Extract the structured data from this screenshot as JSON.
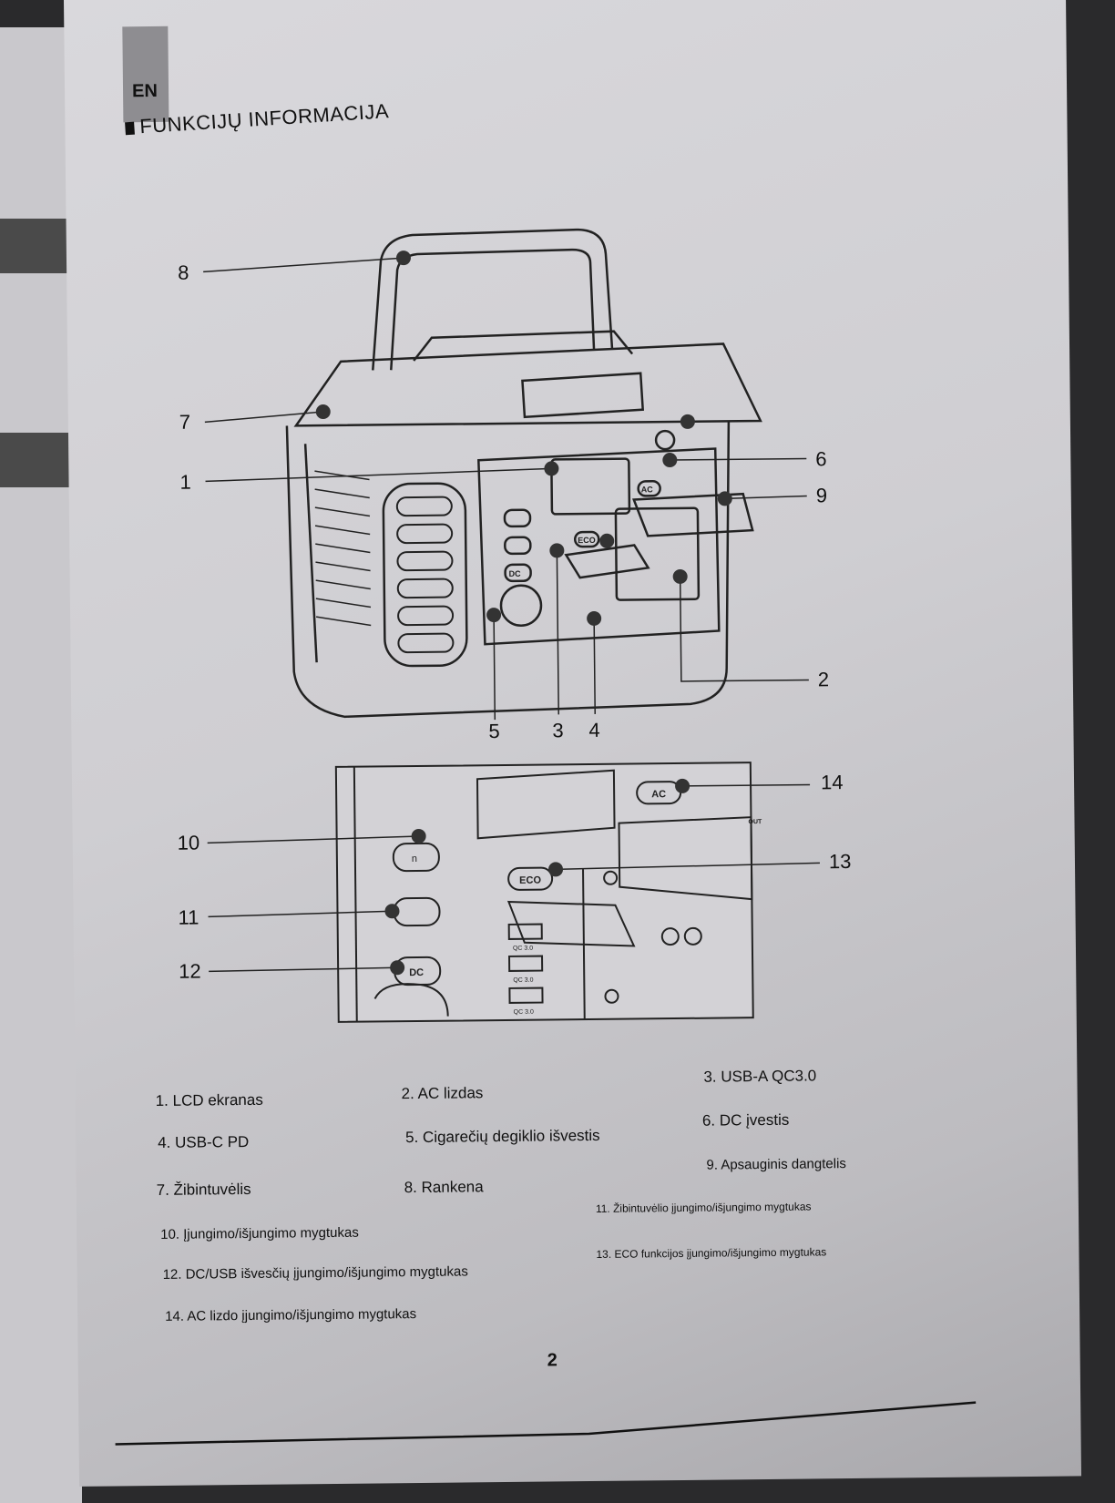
{
  "document": {
    "language_tab": "EN",
    "section_title": "FUNKCIJŲ INFORMACIJA",
    "page_number": "2"
  },
  "diagram_main": {
    "callouts": [
      "8",
      "7",
      "1",
      "6",
      "9",
      "2",
      "5",
      "3",
      "4"
    ],
    "panel_labels": {
      "ac": "AC",
      "eco": "ECO",
      "dc": "DC"
    }
  },
  "diagram_detail": {
    "callouts": [
      "14",
      "13",
      "10",
      "11",
      "12"
    ],
    "button_labels": {
      "ac": "AC",
      "eco": "ECO",
      "dc": "DC",
      "power": "n"
    },
    "port_labels": [
      "QC 3.0",
      "QC 3.0",
      "QC 3.0"
    ],
    "out_label": "OUT"
  },
  "legend": [
    {
      "n": 1,
      "text": "1. LCD ekranas"
    },
    {
      "n": 2,
      "text": "2. AC lizdas"
    },
    {
      "n": 3,
      "text": "3. USB-A QC3.0"
    },
    {
      "n": 4,
      "text": "4. USB-C PD"
    },
    {
      "n": 5,
      "text": "5. Cigarečių degiklio išvestis"
    },
    {
      "n": 6,
      "text": "6. DC įvestis"
    },
    {
      "n": 7,
      "text": "7. Žibintuvėlis"
    },
    {
      "n": 8,
      "text": "8. Rankena"
    },
    {
      "n": 9,
      "text": "9. Apsauginis dangtelis"
    },
    {
      "n": 10,
      "text": "10. Įjungimo/išjungimo mygtukas"
    },
    {
      "n": 11,
      "text": "11. Žibintuvėlio įjungimo/išjungimo mygtukas"
    },
    {
      "n": 12,
      "text": "12. DC/USB išvesčių įjungimo/išjungimo mygtukas"
    },
    {
      "n": 13,
      "text": "13. ECO funkcijos įjungimo/išjungimo mygtukas"
    },
    {
      "n": 14,
      "text": "14. AC lizdo įjungimo/išjungimo mygtukas"
    }
  ]
}
